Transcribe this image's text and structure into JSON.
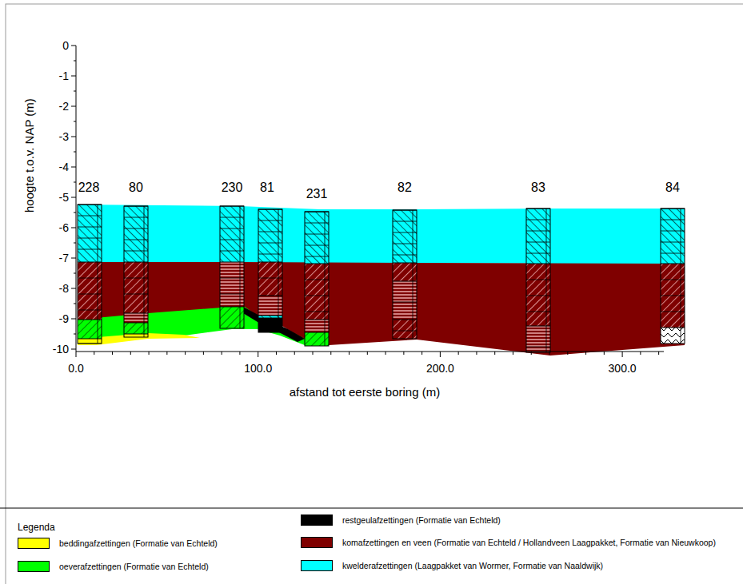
{
  "diagram": {
    "labels": [
      "hoogte t.o.v. NAP (m)",
      "0",
      "-1",
      "-2",
      "-3",
      "-4",
      "-5",
      "-6",
      "-7",
      "-8",
      "-9",
      "-10",
      "0.0",
      "100.0",
      "200.0",
      "300.0",
      "afstand tot eerste boring (m)",
      "228",
      "80",
      "230",
      "81",
      "231",
      "82",
      "83",
      "84",
      "Legenda"
    ],
    "legend": [
      {
        "text": "beddingafzettingen (Formatie van Echteld)",
        "color": "#ffff00"
      },
      {
        "text": "oeverafzettingen (Formatie van Echteld)",
        "color": "#00ff00"
      },
      {
        "text": "restgeulafzettingen (Formatie van Echteld)",
        "color": "#000000"
      },
      {
        "text": "komafzettingen en veen (Formatie van Echteld / Hollandveen Laagpakket, Formatie van Nieuwkoop)",
        "color": "#7f0000"
      },
      {
        "text": "kwelderafzettingen (Laagpakket van Wormer, Formatie van Naaldwijk)",
        "color": "#00ffff"
      }
    ]
  }
}
